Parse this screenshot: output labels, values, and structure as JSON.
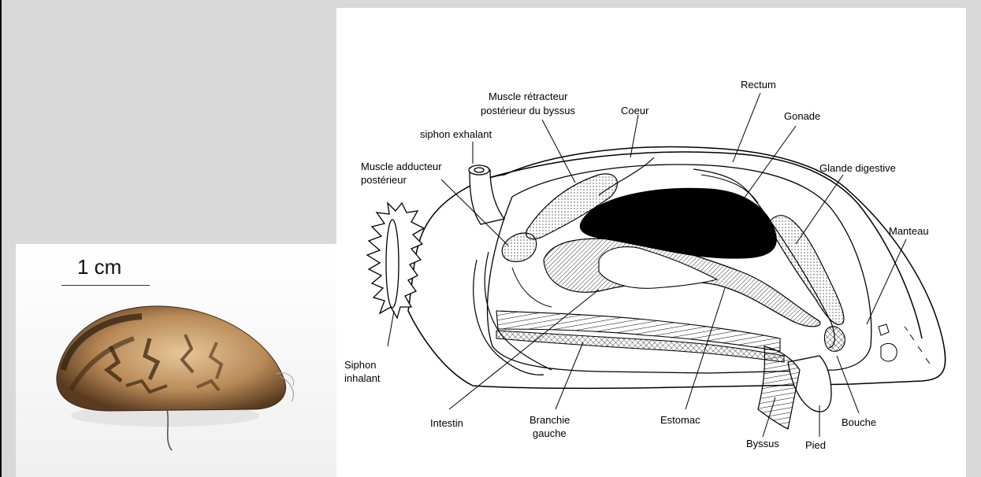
{
  "photo": {
    "scale_label": "1 cm"
  },
  "diagram": {
    "labels": {
      "siphon_exhalant": "siphon exhalant",
      "muscle_adducteur_1": "Muscle adducteur",
      "muscle_adducteur_2": "postérieur",
      "muscle_retracteur_1": "Muscle rétracteur",
      "muscle_retracteur_2": "postérieur du byssus",
      "coeur": "Coeur",
      "rectum": "Rectum",
      "gonade": "Gonade",
      "glande_digestive": "Glande digestive",
      "manteau": "Manteau",
      "siphon_inhalant_1": "Siphon",
      "siphon_inhalant_2": "inhalant",
      "intestin": "Intestin",
      "branchie_1": "Branchie",
      "branchie_2": "gauche",
      "estomac": "Estomac",
      "byssus": "Byssus",
      "pied": "Pied",
      "bouche": "Bouche"
    }
  }
}
